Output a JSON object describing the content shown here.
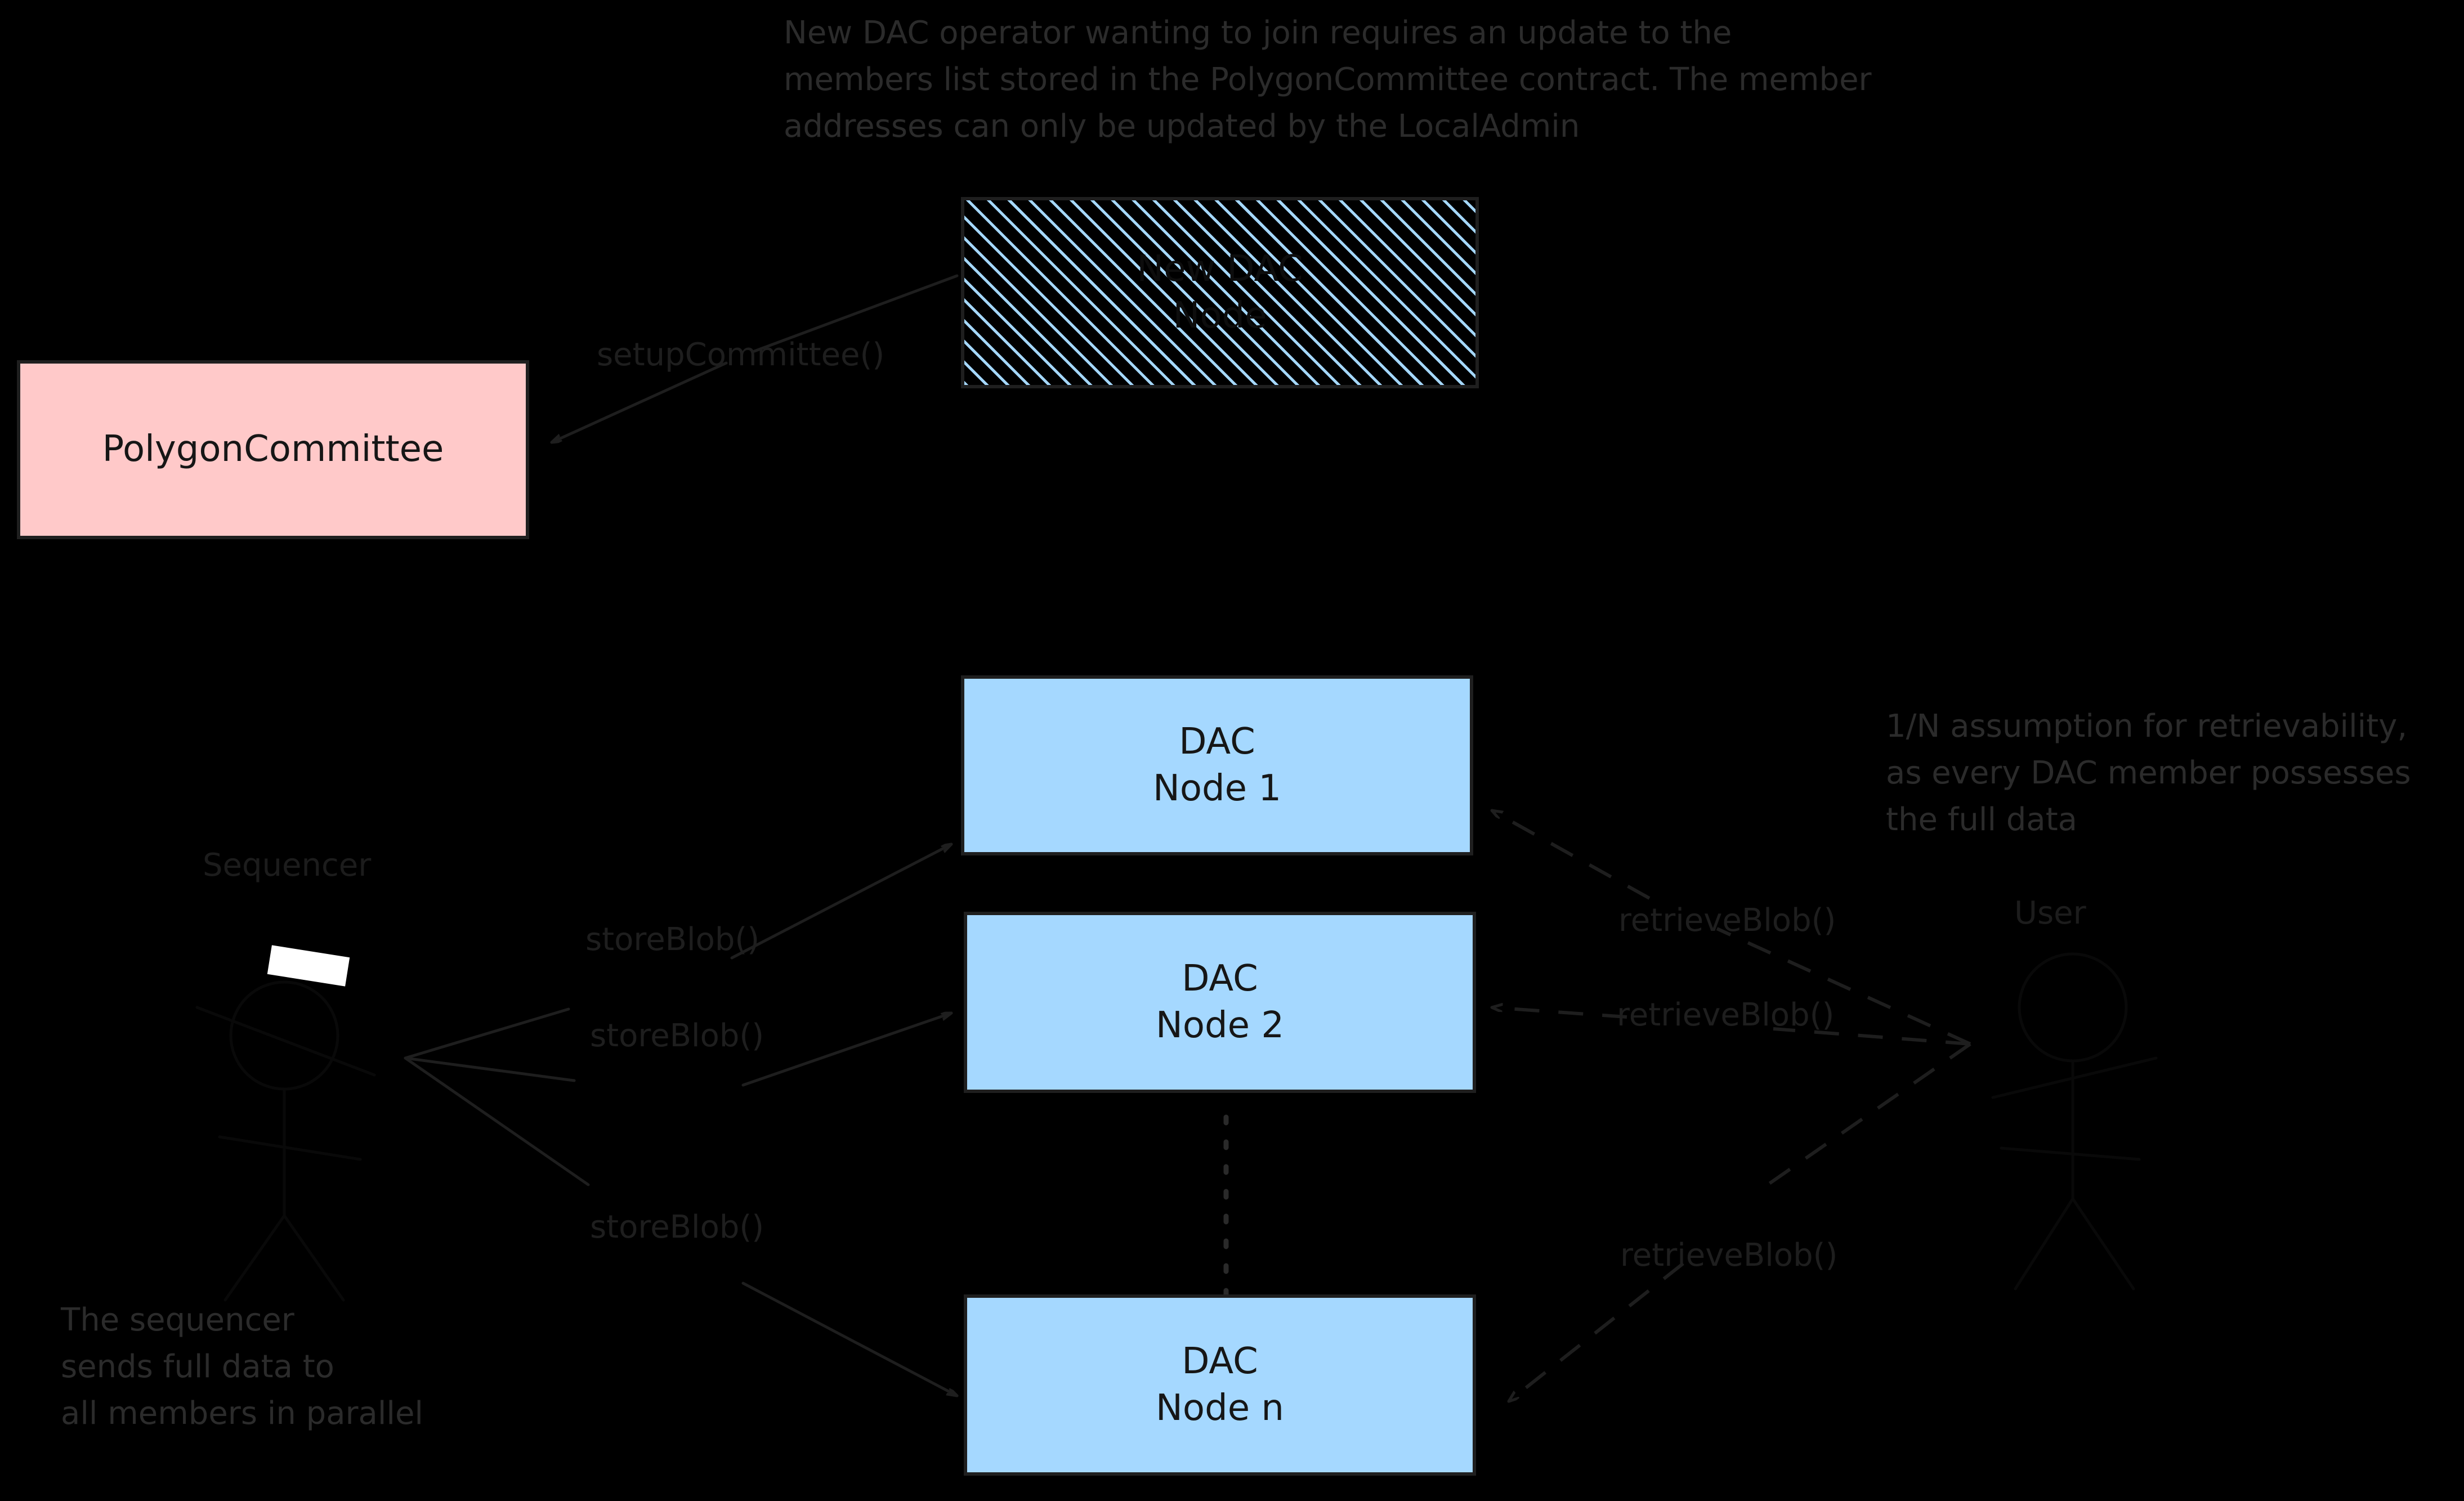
{
  "diagram": {
    "title_note": "New DAC operator wanting to join requires an update to the\nmembers list stored in the PolygonCommittee contract. The member\naddresses can only be updated by the LocalAdmin",
    "colors": {
      "background": "#000000",
      "dac_node_fill": "#a5d8ff",
      "committee_fill": "#ffc9c9",
      "stroke": "#1f1f1f",
      "hatch_stripe": "#a5d8ff"
    }
  },
  "nodes": {
    "new_dac_node": {
      "line1": "New DAC",
      "line2": "Node"
    },
    "polygon_committee": {
      "line1": "PolygonCommittee"
    },
    "dac_node_1": {
      "line1": "DAC",
      "line2": "Node 1"
    },
    "dac_node_2": {
      "line1": "DAC",
      "line2": "Node 2"
    },
    "dac_node_n": {
      "line1": "DAC",
      "line2": "Node n"
    }
  },
  "actors": {
    "sequencer": {
      "label": "Sequencer"
    },
    "user": {
      "label": "User"
    }
  },
  "edges": {
    "setup_committee": {
      "label": "setupCommittee()"
    },
    "store_blob_1": {
      "label": "storeBlob()"
    },
    "store_blob_2": {
      "label": "storeBlob()"
    },
    "store_blob_n": {
      "label": "storeBlob()"
    },
    "retrieve_blob_1": {
      "label": "retrieveBlob()"
    },
    "retrieve_blob_2": {
      "label": "retrieveBlob()"
    },
    "retrieve_blob_n": {
      "label": "retrieveBlob()"
    }
  },
  "notes": {
    "retrievability": "1/N assumption for retrievability,\nas every DAC member possesses\nthe full data",
    "sequencer_parallel": "The sequencer\nsends full data to\nall members in parallel"
  }
}
